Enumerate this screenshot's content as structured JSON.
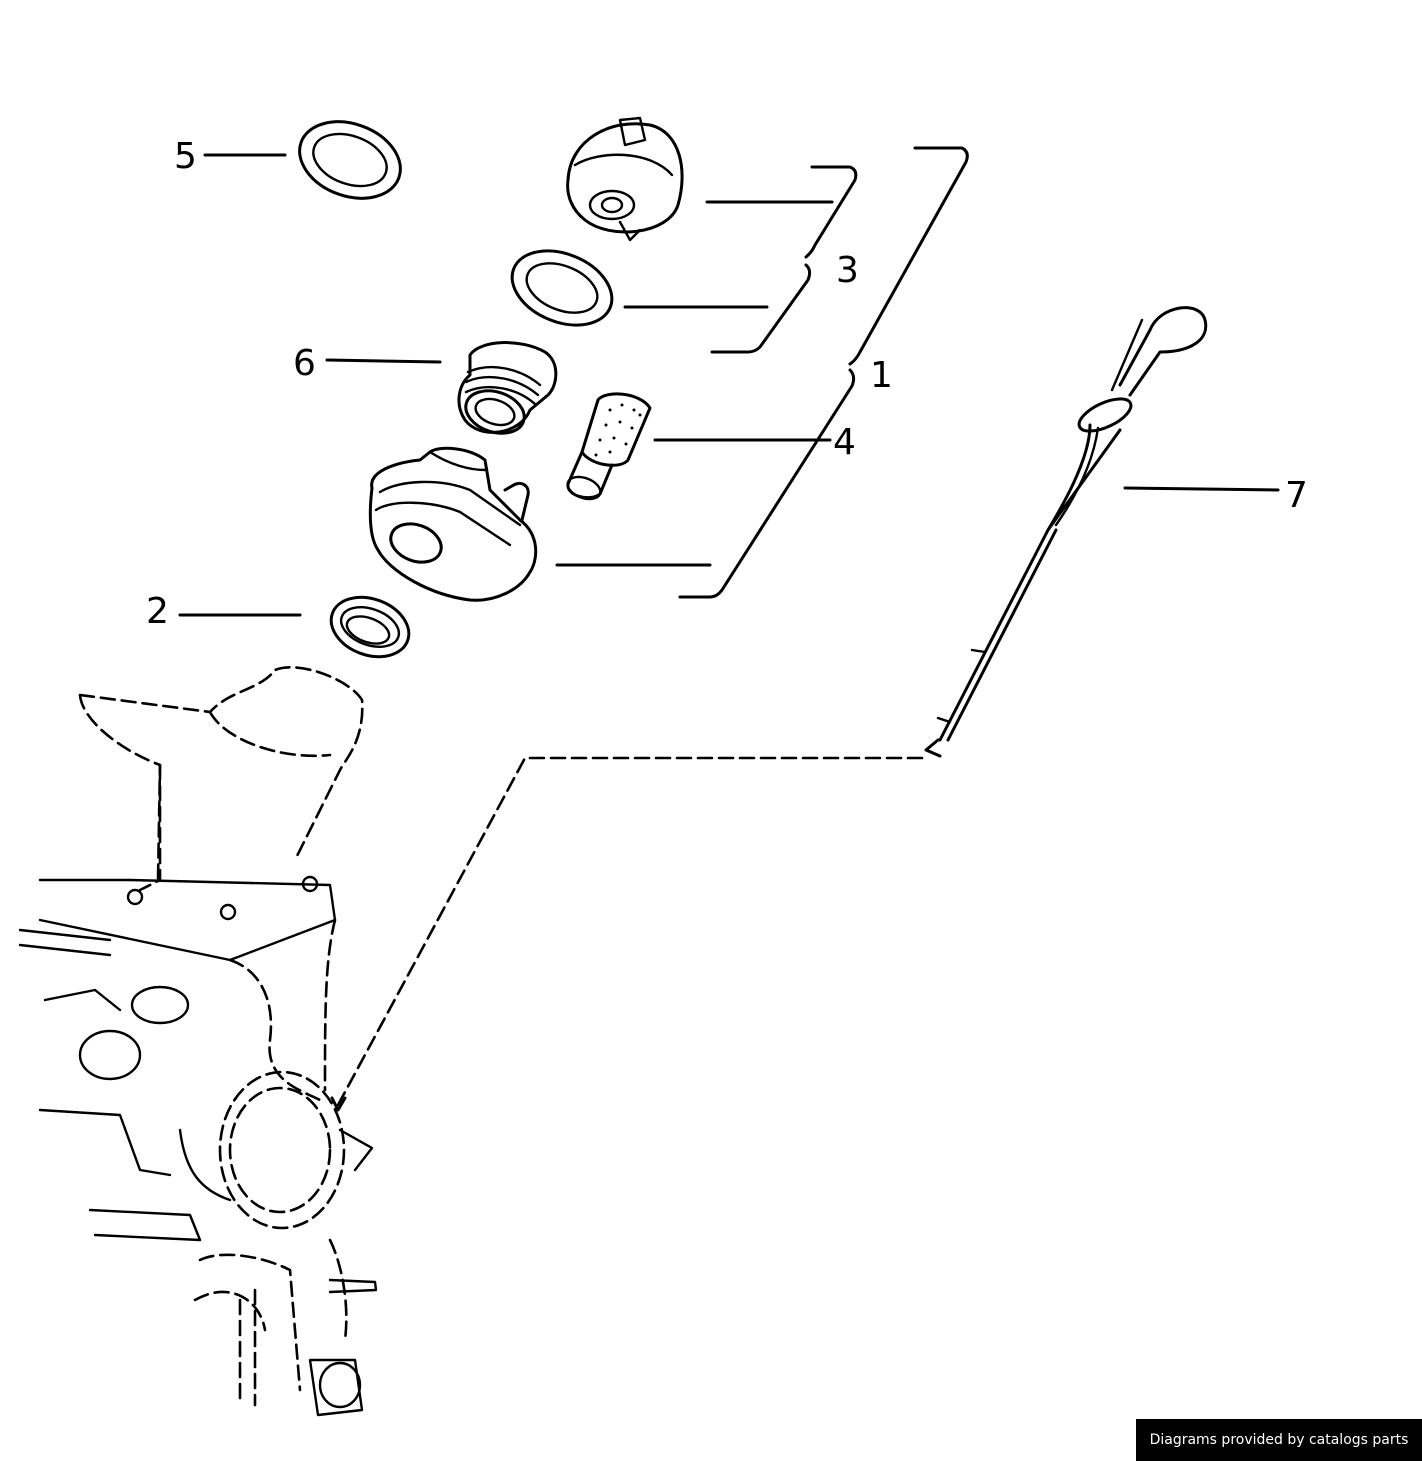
{
  "callouts": {
    "c1": "1",
    "c2": "2",
    "c3": "3",
    "c4": "4",
    "c5": "5",
    "c6": "6",
    "c7": "7"
  },
  "watermark": "Diagrams provided by catalogs parts",
  "colors": {
    "ink": "#000000",
    "background": "#ffffff",
    "watermark_bg": "#000000",
    "watermark_text": "#ffffff"
  }
}
